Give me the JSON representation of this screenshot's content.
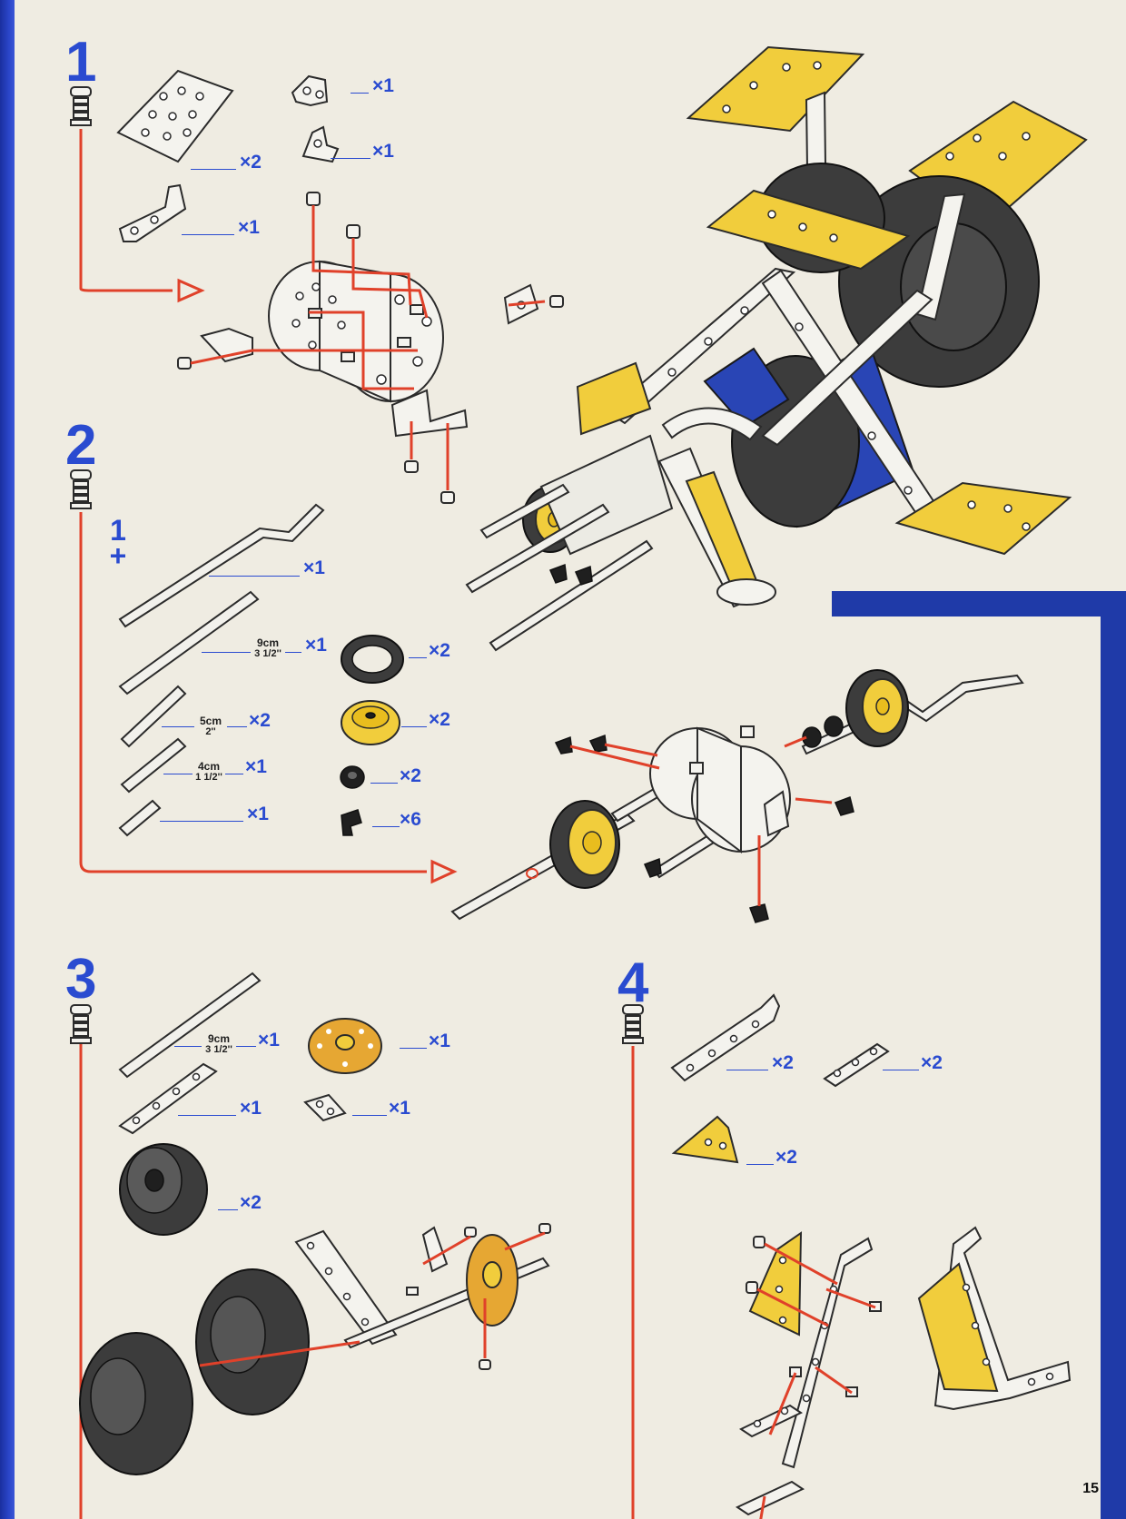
{
  "page_number": "15",
  "steps": [
    {
      "number": "1",
      "parts": [
        {
          "icon": "flat-plate-icon",
          "qty": "×2"
        },
        {
          "icon": "angle-bracket-icon",
          "qty": "×1"
        },
        {
          "icon": "double-bracket-icon",
          "qty": "×1"
        },
        {
          "icon": "reversed-angle-bracket-icon",
          "qty": "×1"
        }
      ]
    },
    {
      "number": "2",
      "sub_step": "1\n+",
      "parts": [
        {
          "icon": "crank-handle-icon",
          "qty": "×1"
        },
        {
          "icon": "axle-rod-icon",
          "dim": "9cm",
          "dim_sub": "3 1/2''",
          "qty": "×1"
        },
        {
          "icon": "axle-rod-icon",
          "dim": "5cm",
          "dim_sub": "2''",
          "qty": "×2"
        },
        {
          "icon": "axle-rod-icon",
          "dim": "4cm",
          "dim_sub": "1 1/2''",
          "qty": "×1"
        },
        {
          "icon": "short-rod-icon",
          "qty": "×1"
        },
        {
          "icon": "tyre-ring-icon",
          "qty": "×2"
        },
        {
          "icon": "pulley-wheel-icon",
          "qty": "×2"
        },
        {
          "icon": "collar-icon",
          "qty": "×2"
        },
        {
          "icon": "clip-icon",
          "qty": "×6"
        }
      ]
    },
    {
      "number": "3",
      "parts": [
        {
          "icon": "axle-rod-icon",
          "dim": "9cm",
          "dim_sub": "3 1/2''",
          "qty": "×1"
        },
        {
          "icon": "bush-wheel-icon",
          "qty": "×1"
        },
        {
          "icon": "strip-icon",
          "qty": "×1"
        },
        {
          "icon": "double-hole-strip-icon",
          "qty": "×1"
        },
        {
          "icon": "wheel-tyre-icon",
          "qty": "×2"
        }
      ]
    },
    {
      "number": "4",
      "parts": [
        {
          "icon": "angle-girder-icon",
          "qty": "×2"
        },
        {
          "icon": "small-strip-icon",
          "qty": "×2"
        },
        {
          "icon": "triangular-plate-icon",
          "qty": "×2"
        }
      ]
    }
  ],
  "colors": {
    "accent_blue": "#2a4bd0",
    "band_blue": "#1f3aa8",
    "arrow_red": "#e0412a",
    "part_yellow": "#f1cd3c",
    "paper": "#efece2"
  }
}
